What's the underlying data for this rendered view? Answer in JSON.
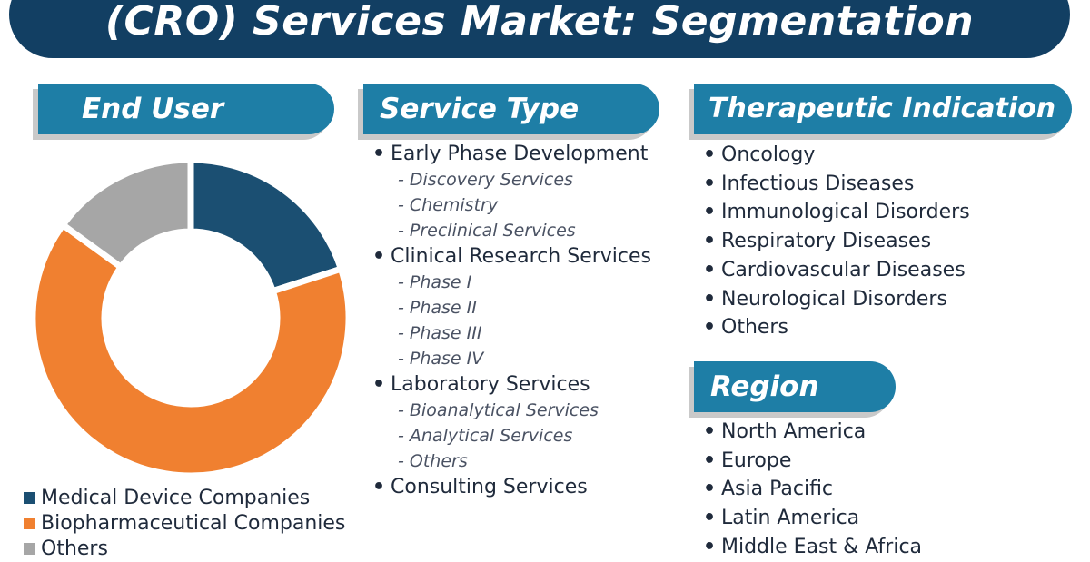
{
  "title": "(CRO) Services Market: Segmentation",
  "sections": {
    "end_user": "End User",
    "service_type": "Service Type",
    "therapeutic_indication": "Therapeutic Indication",
    "region": "Region"
  },
  "chart_data": {
    "type": "pie",
    "variant": "donut",
    "categories": [
      "Medical Device Companies",
      "Biopharmaceutical Companies",
      "Others"
    ],
    "values": [
      20,
      65,
      15
    ],
    "colors": [
      "#1b4f72",
      "#f08030",
      "#a6a6a6"
    ],
    "legend_position": "bottom"
  },
  "service_type": [
    {
      "label": "Early Phase Development",
      "subs": [
        "- Discovery Services",
        "- Chemistry",
        "- Preclinical Services"
      ]
    },
    {
      "label": "Clinical Research Services",
      "subs": [
        "- Phase I",
        "- Phase II",
        "- Phase III",
        "- Phase IV"
      ]
    },
    {
      "label": "Laboratory Services",
      "subs": [
        "- Bioanalytical Services",
        "- Analytical Services",
        "- Others"
      ]
    },
    {
      "label": "Consulting Services",
      "subs": []
    }
  ],
  "therapeutic_indication": [
    "Oncology",
    "Infectious Diseases",
    "Immunological Disorders",
    "Respiratory Diseases",
    "Cardiovascular Diseases",
    "Neurological Disorders",
    "Others"
  ],
  "region": [
    "North America",
    "Europe",
    "Asia Pacific",
    "Latin America",
    "Middle East & Africa"
  ]
}
